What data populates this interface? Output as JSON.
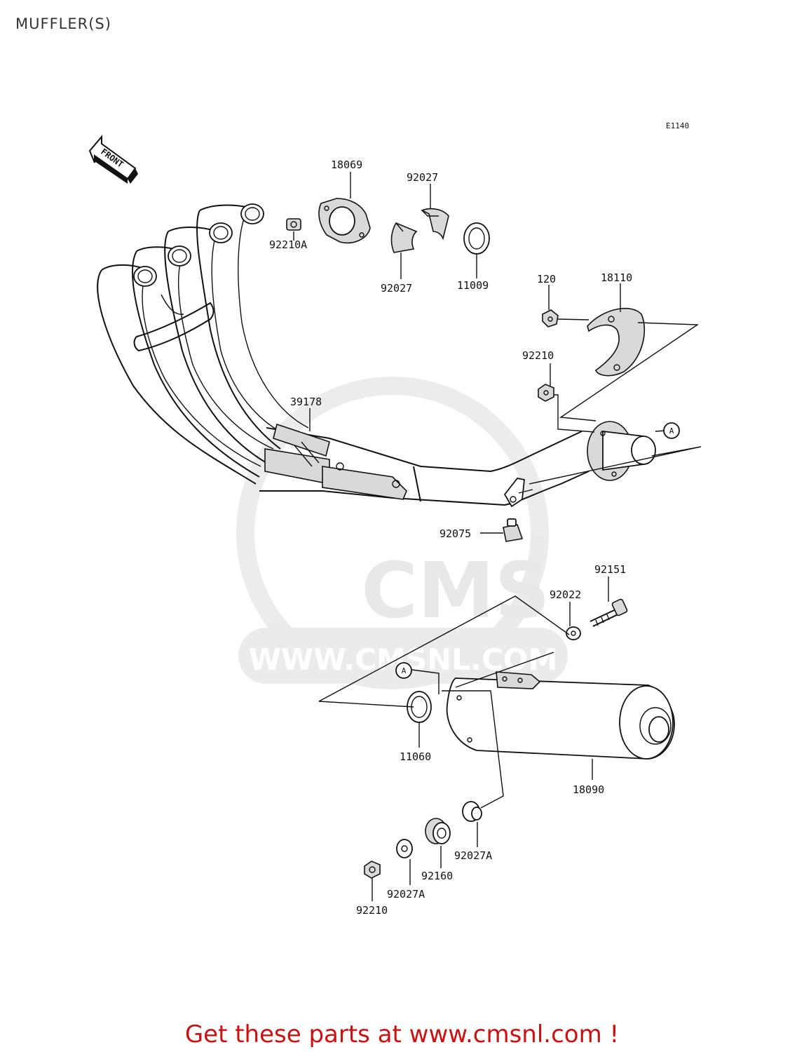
{
  "title": "MUFFLER(S)",
  "diagram_code": "E1140",
  "front_label": "FRONT",
  "callout_letter": "A",
  "watermark": {
    "logo_text": "CMS",
    "url_text": "WWW.CMSNL.COM"
  },
  "parts": {
    "p18069": "18069",
    "p92027_top": "92027",
    "p92210A": "92210A",
    "p92027_low": "92027",
    "p11009": "11009",
    "p120": "120",
    "p18110": "18110",
    "p92210_mid": "92210",
    "p39178": "39178",
    "p92075": "92075",
    "p92151": "92151",
    "p92022": "92022",
    "p11060": "11060",
    "p18090": "18090",
    "p92027A_right": "92027A",
    "p92160": "92160",
    "p92027A_left": "92027A",
    "p92210_bottom": "92210"
  },
  "footer": "Get these parts at www.cmsnl.com !",
  "colors": {
    "footer_text": "#cc1111",
    "title_text": "#333333",
    "line_art": "#111111"
  }
}
